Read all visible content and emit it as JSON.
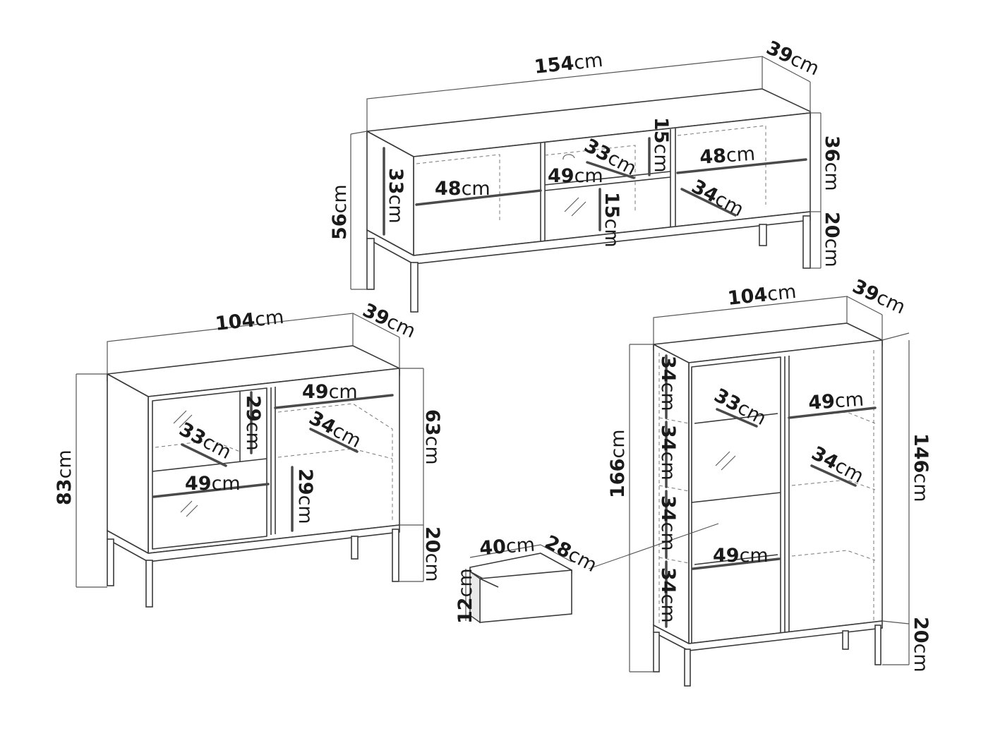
{
  "unit": "cm",
  "tv_cabinet": {
    "width": "154",
    "depth": "39",
    "height": "56",
    "upper_height": "36",
    "leg_height": "20",
    "left_shelf": "48",
    "left_inner_height": "33",
    "center_shelf_width": "49",
    "center_shelf_depth": "33",
    "center_upper_height": "15",
    "center_lower_height": "15",
    "right_shelf_width": "48",
    "right_shelf_depth": "34"
  },
  "sideboard": {
    "width": "104",
    "depth": "39",
    "height": "83",
    "body_height": "63",
    "leg_height": "20",
    "left_shelf_depth": "33",
    "left_top_height": "29",
    "left_shelf_width": "49",
    "right_shelf_width": "49",
    "right_shelf_depth": "34",
    "right_lower_height": "29"
  },
  "drawer": {
    "width": "40",
    "depth": "28",
    "height": "12"
  },
  "display_cabinet": {
    "width": "104",
    "depth": "39",
    "height": "166",
    "body_height": "146",
    "leg_height": "20",
    "compartments": [
      "34",
      "34",
      "34",
      "34"
    ],
    "left_shelf_depth": "33",
    "right_shelf_width": "49",
    "right_shelf_depth": "34",
    "left_shelf_width": "49"
  }
}
